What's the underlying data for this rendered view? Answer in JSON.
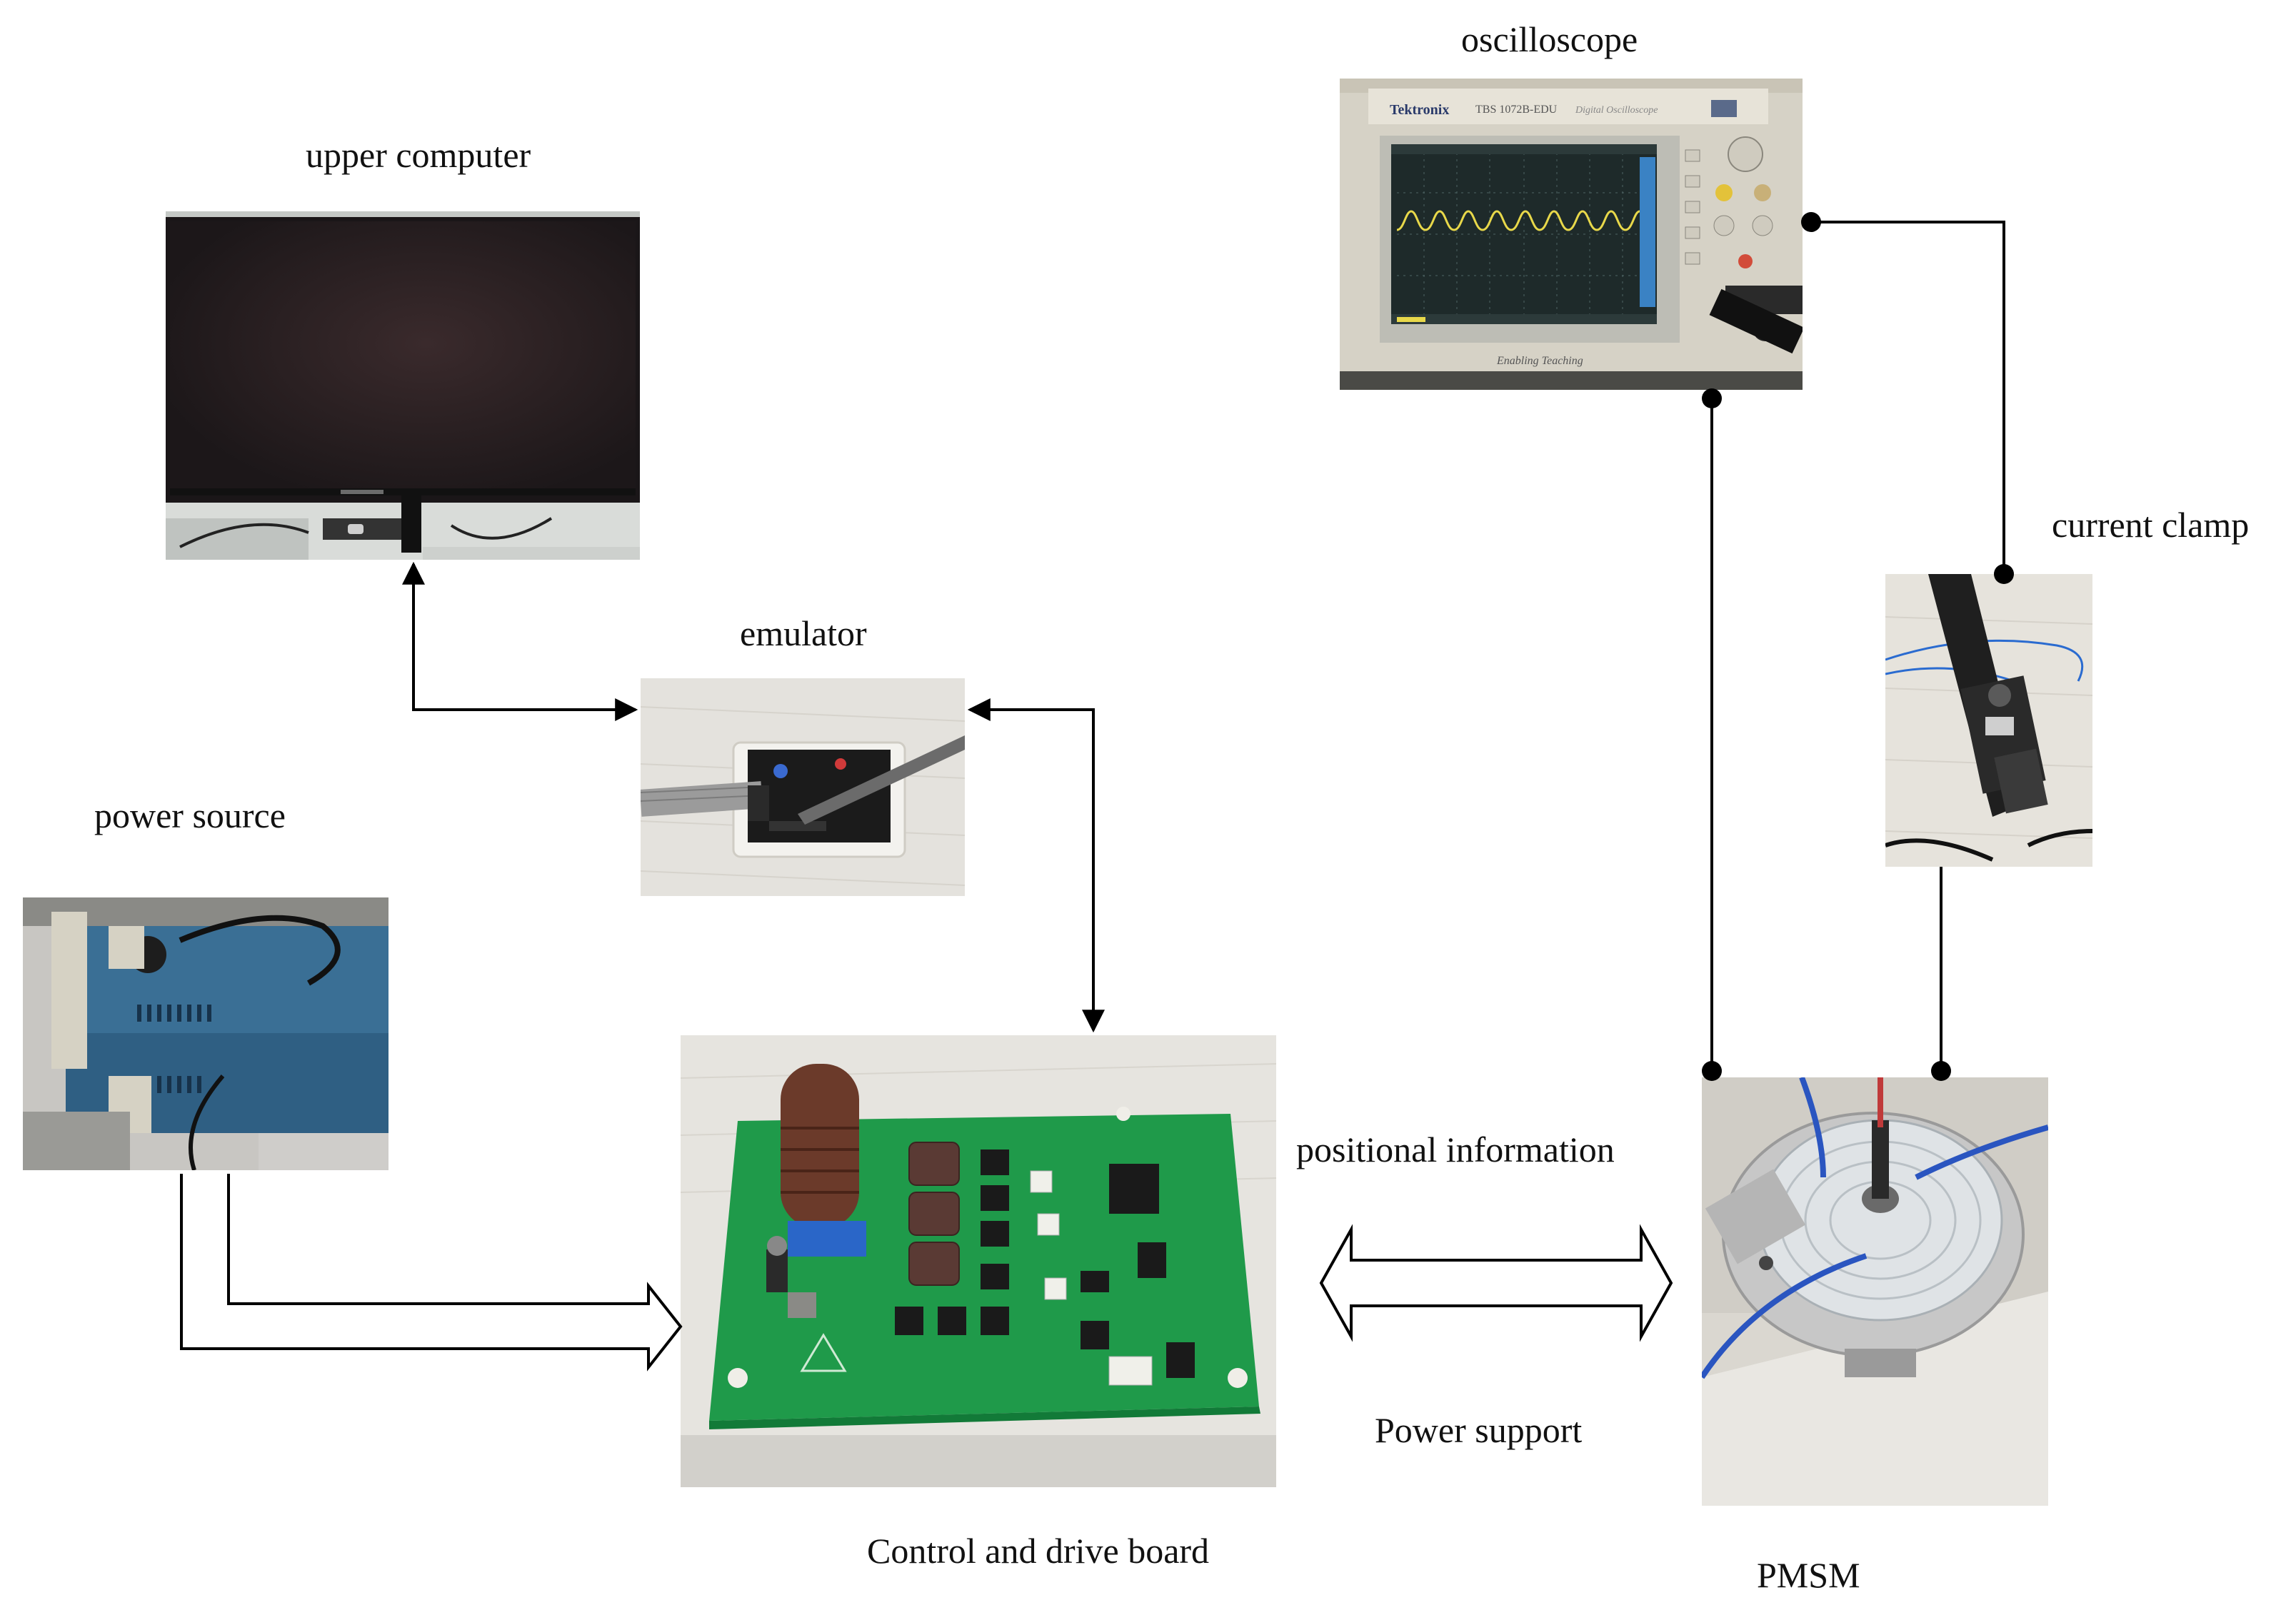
{
  "labels": {
    "upper_computer": "upper computer",
    "oscilloscope": "oscilloscope",
    "emulator": "emulator",
    "power_source": "power source",
    "current_clamp": "current clamp",
    "positional_information": "positional information",
    "power_support": "Power support",
    "control_board": "Control and drive board",
    "pmsm": "PMSM"
  },
  "photo_text": {
    "scope_brand": "Tektronix",
    "scope_model": "TBS 1072B-EDU",
    "scope_type": "Digital Oscilloscope",
    "scope_tagline": "Enabling Teaching"
  },
  "colors": {
    "line": "#000000",
    "pcb_green": "#1f9a4a",
    "trace_yellow": "#e8d84a",
    "scope_screen": "#1e2a2a"
  }
}
